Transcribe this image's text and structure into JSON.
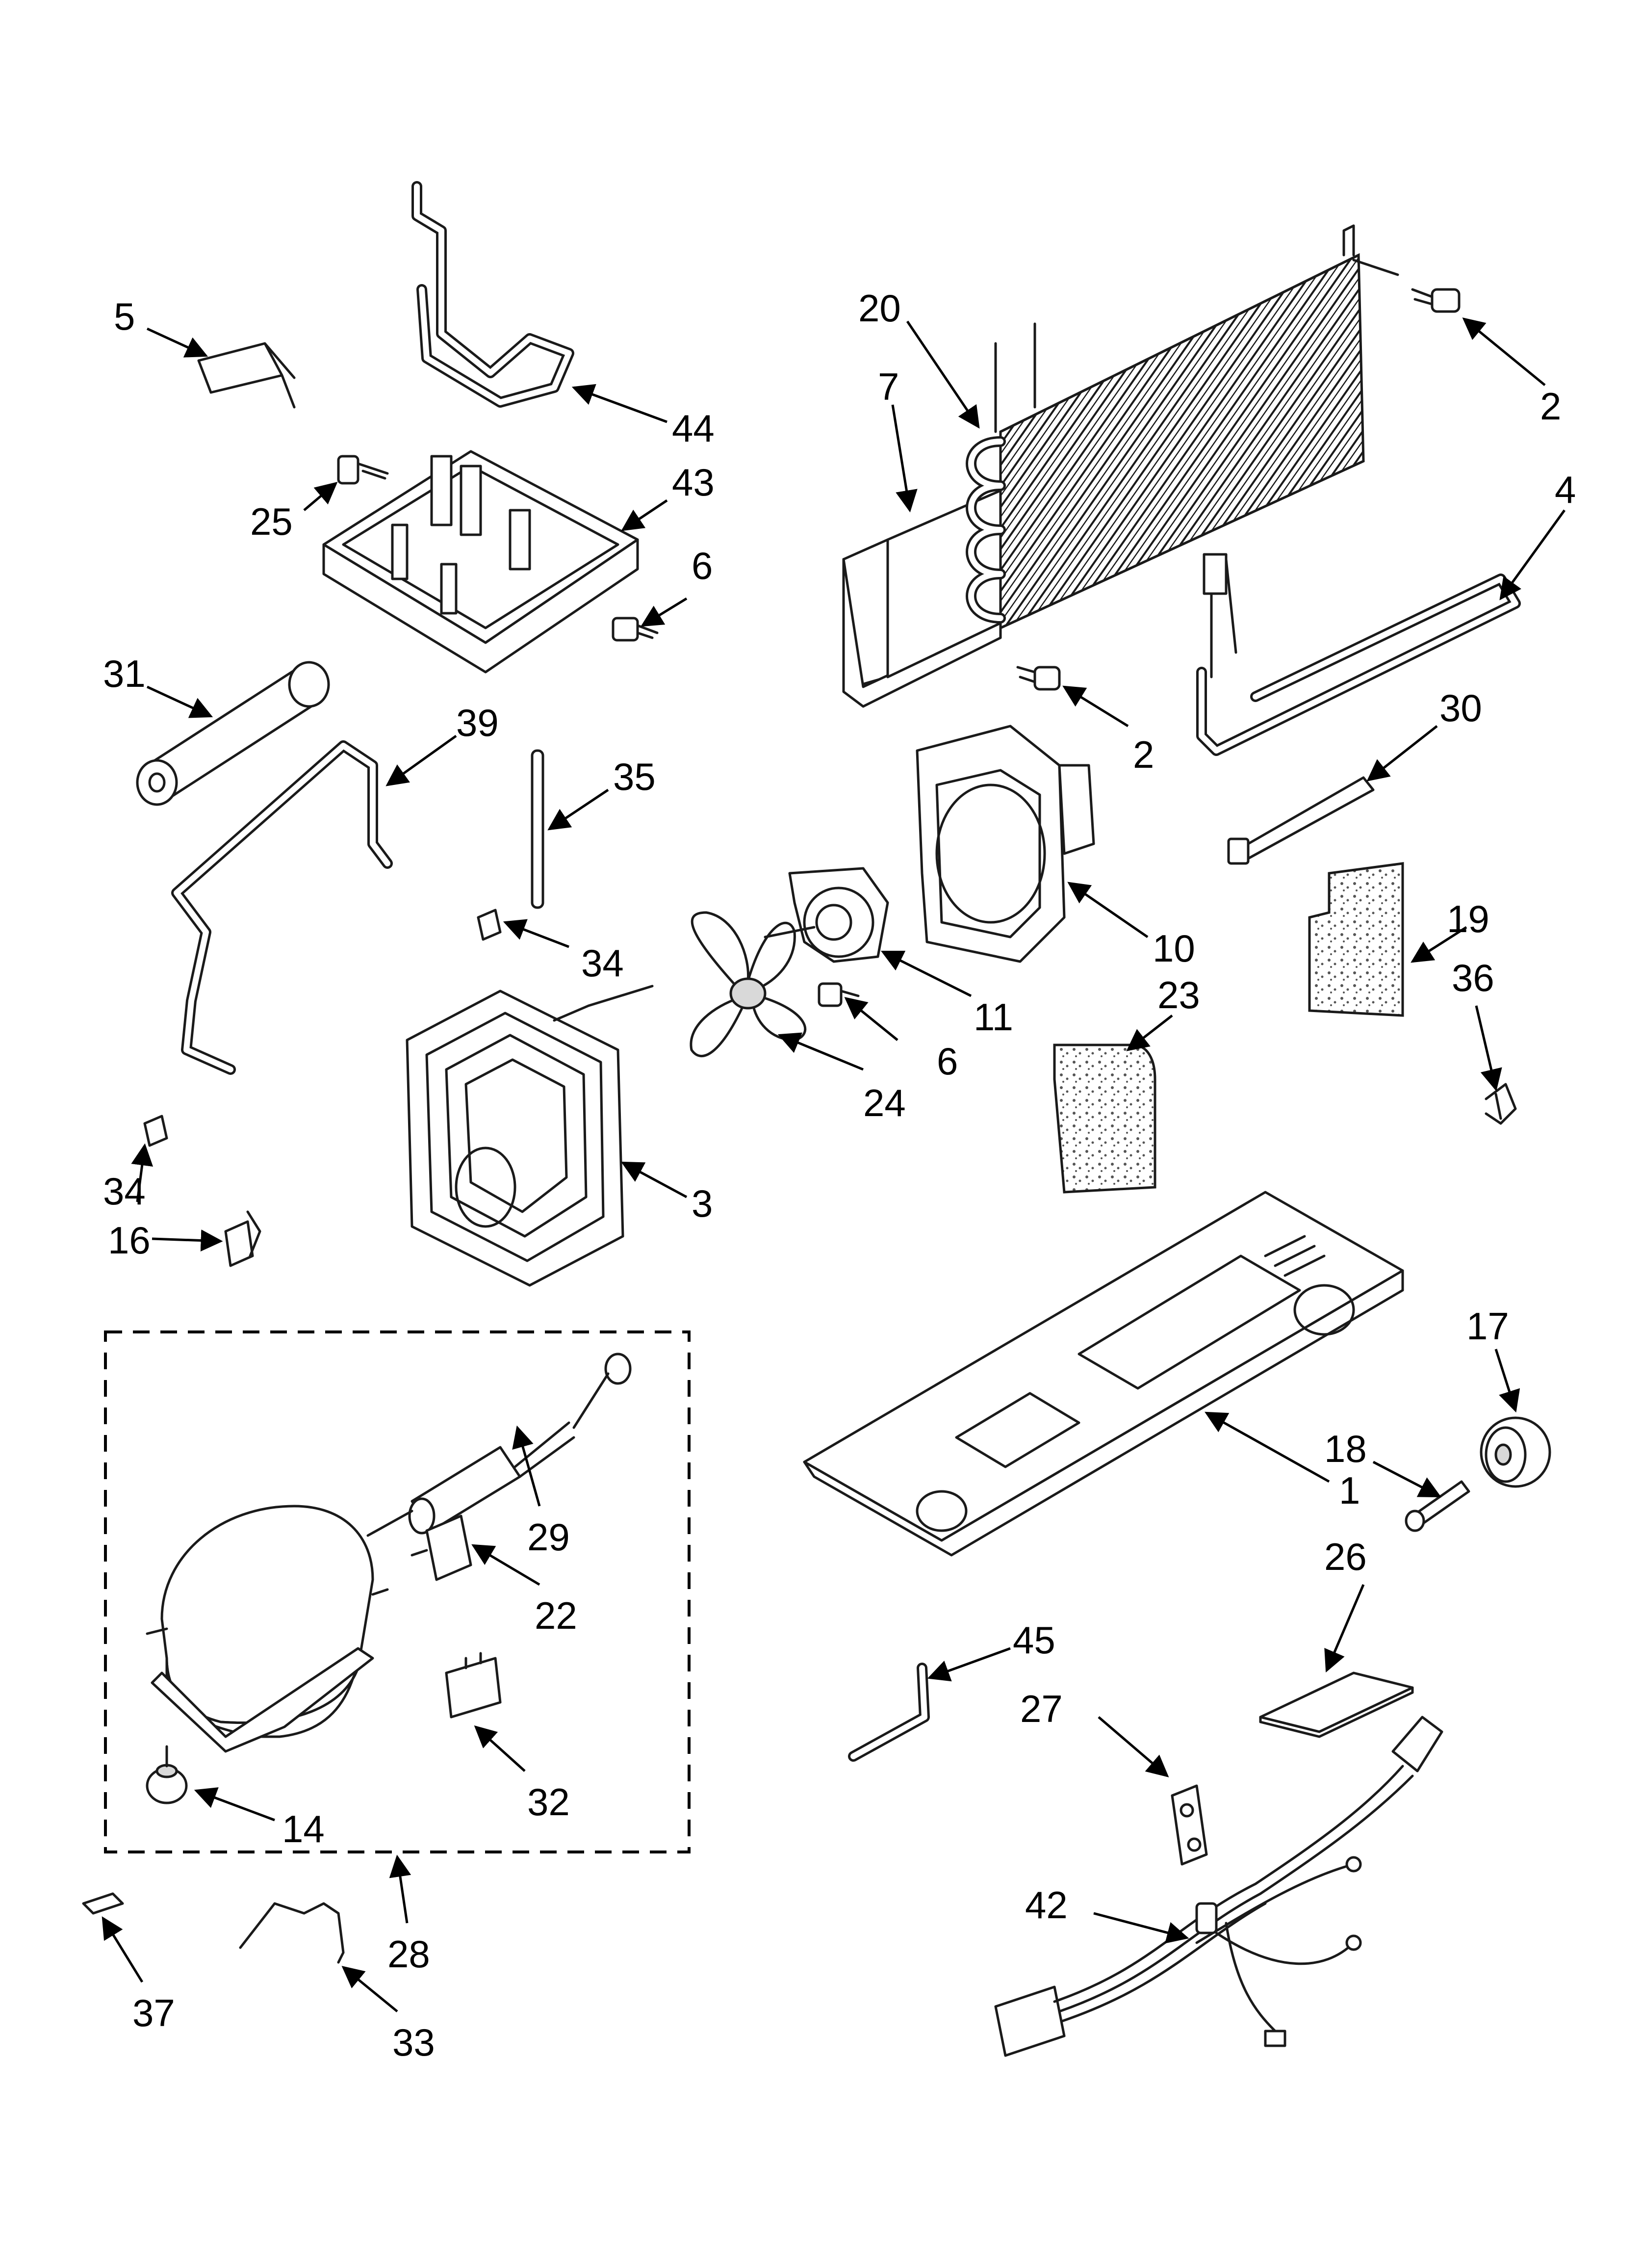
{
  "colors": {
    "ink": "#1a1a1a",
    "paper": "#ffffff",
    "shade": "#d9d9d9"
  },
  "callouts": {
    "c5": "5",
    "c44": "44",
    "c25": "25",
    "c43": "43",
    "c6a": "6",
    "c31": "31",
    "c39": "39",
    "c35": "35",
    "c34a": "34",
    "c34b": "34",
    "c16": "16",
    "c3": "3",
    "c24": "24",
    "c6b": "6",
    "c11": "11",
    "c10": "10",
    "c20": "20",
    "c7": "7",
    "c2a": "2",
    "c2b": "2",
    "c4": "4",
    "c30": "30",
    "c19": "19",
    "c36": "36",
    "c23": "23",
    "c17": "17",
    "c18": "18",
    "c1": "1",
    "c26": "26",
    "c29": "29",
    "c22": "22",
    "c32": "32",
    "c14": "14",
    "c28": "28",
    "c37": "37",
    "c33": "33",
    "c45": "45",
    "c27": "27",
    "c42": "42"
  }
}
